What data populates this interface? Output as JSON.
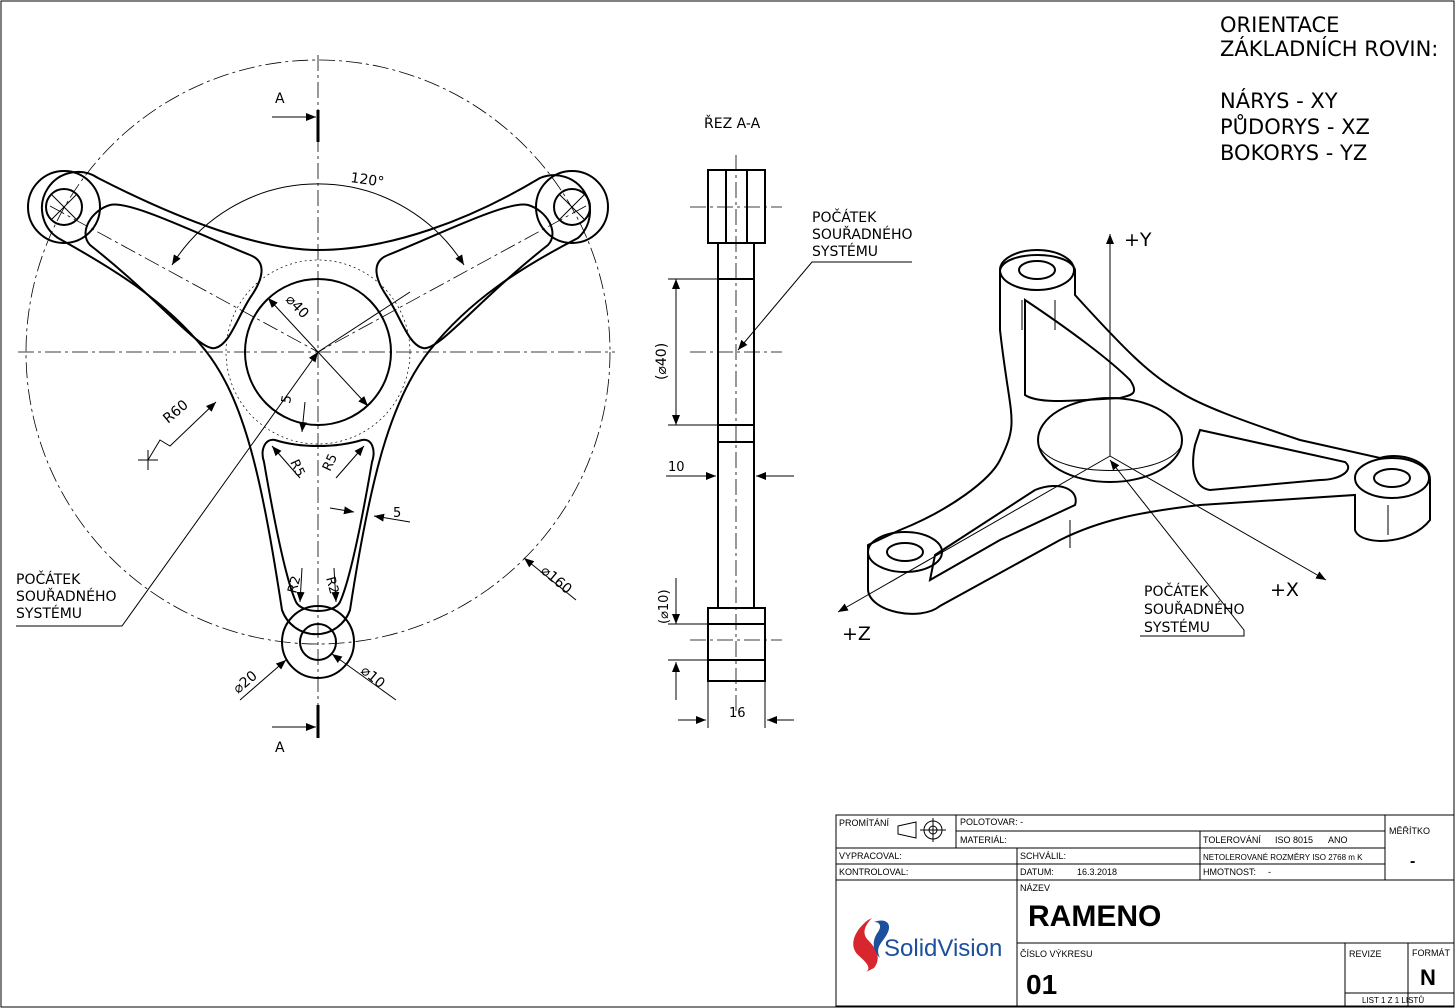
{
  "orientation": {
    "title_line1": "ORIENTACE",
    "title_line2": "ZÁKLADNÍCH ROVIN:",
    "narys": "NÁRYS - XY",
    "pudorys": "PŮDORYS - XZ",
    "bokorys": "BOKORYS - YZ"
  },
  "section": {
    "title": "ŘEZ A-A",
    "marker": "A"
  },
  "origin_label": {
    "line1": "POČÁTEK",
    "line2": "SOUŘADNÉHO",
    "line3": "SYSTÉMU"
  },
  "dims": {
    "angle": "120°",
    "d40": "⌀40",
    "r60": "R60",
    "five_a": "5",
    "five_b": "5",
    "r5_a": "R5",
    "r5_b": "R5",
    "r2_a": "R2",
    "r2_b": "R2",
    "d160": "⌀160",
    "d20": "⌀20",
    "d10": "⌀10",
    "sec_d40": "(⌀40)",
    "sec_10": "10",
    "sec_d10": "(⌀10)",
    "sec_16": "16"
  },
  "axes": {
    "y": "+Y",
    "x": "+X",
    "z": "+Z"
  },
  "title_block": {
    "promitani": "PROMÍTÁNÍ",
    "polotovar": "POLOTOVAR:  -",
    "material": "MATERIÁL:",
    "tolerovani": "TOLEROVÁNÍ",
    "iso8015": "ISO 8015",
    "ano": "ANO",
    "meritko": "MĚŘÍTKO",
    "meritko_val": "-",
    "vypracoval": "VYPRACOVAL:",
    "schvalil": "SCHVÁLIL:",
    "netolerovane": "NETOLEROVANÉ ROZMĚRY ISO 2768 m K",
    "kontroloval": "KONTROLOVAL:",
    "datum": "DATUM:",
    "datum_val": "16.3.2018",
    "hmotnost": "HMOTNOST:",
    "hmotnost_val": "-",
    "nazev": "NÁZEV",
    "nazev_val": "RAMENO",
    "logo_text": "SolidVision",
    "cislo": "ČÍSLO VÝKRESU",
    "cislo_val": "01",
    "revize": "REVIZE",
    "format": "FORMÁT",
    "format_val": "N",
    "list": "LIST  1  Z  1  LISTŮ"
  },
  "colors": {
    "logo_red": "#d8262e",
    "logo_blue": "#1c4f9c",
    "line": "#000000"
  }
}
